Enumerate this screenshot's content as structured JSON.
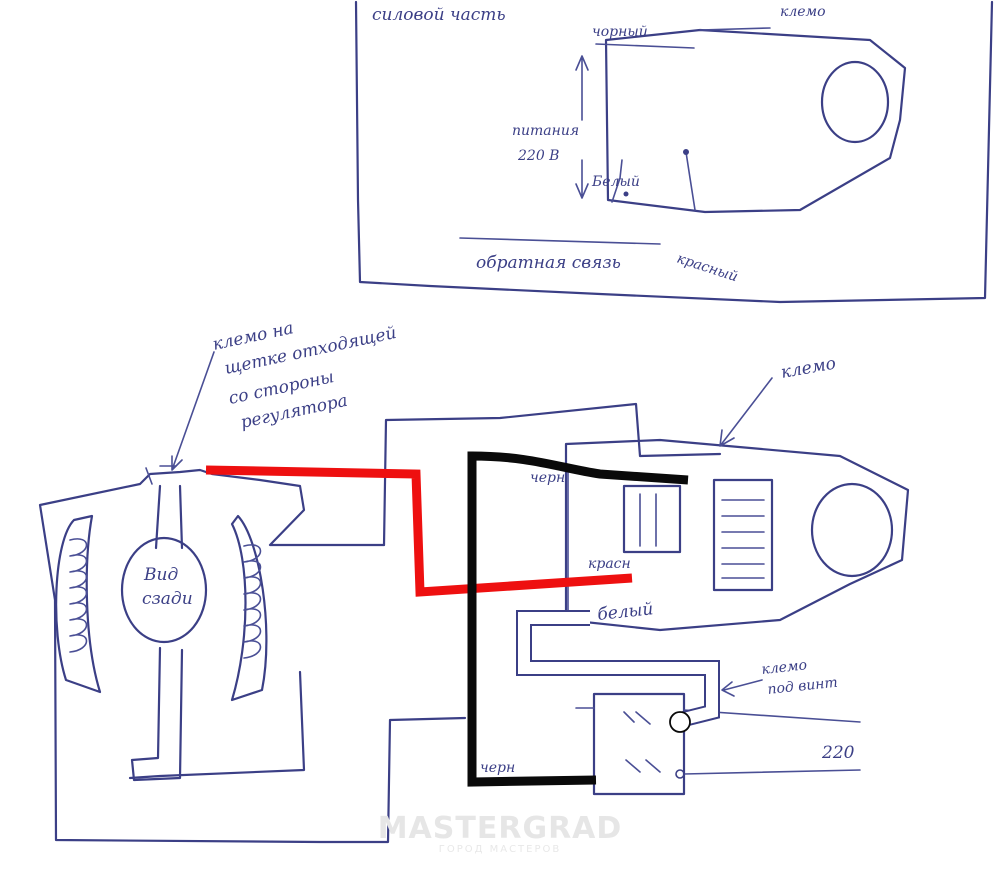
{
  "colors": {
    "ink": "#3b3f86",
    "wire_red": "#ee1010",
    "wire_black": "#0a0a0a",
    "wire_white": "#ffffff"
  },
  "top_panel": {
    "power_part": "силовой часть",
    "terminal": "клемо",
    "black": "чорный",
    "supply_line1": "питания",
    "supply_line2": "220 В",
    "white": "Белый",
    "feedback": "обратная связь",
    "red": "красный"
  },
  "bottom_panel": {
    "note_line1": "клемо на",
    "note_line2": "щетке отходящей",
    "note_line3": "со стороны",
    "note_line4": "регулятора",
    "rear_view_line1": "Вид",
    "rear_view_line2": "сзади",
    "terminal": "клемо",
    "black": "черн",
    "red": "красн",
    "white": "белый",
    "screw_terminal_line1": "клемо",
    "screw_terminal_line2": "под винт",
    "voltage": "220",
    "black_bottom": "черн"
  },
  "watermark": {
    "brand": "MASTERGRAD",
    "tagline": "ГОРОД МАСТЕРОВ"
  }
}
